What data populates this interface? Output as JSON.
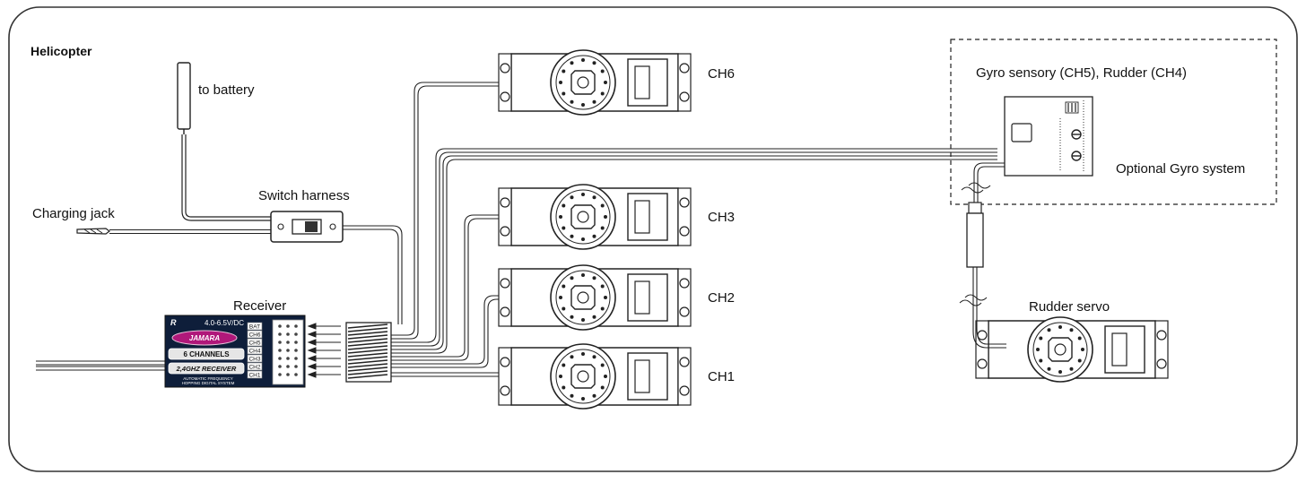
{
  "diagram": {
    "title": "Helicopter",
    "labels": {
      "to_battery": "to battery",
      "charging_jack": "Charging jack",
      "switch_harness": "Switch harness",
      "receiver": "Receiver",
      "ch6": "CH6",
      "ch3": "CH3",
      "ch2": "CH2",
      "ch1": "CH1",
      "gyro": "Gyro sensory (CH5), Rudder (CH4)",
      "optional_gyro": "Optional Gyro system",
      "rudder_servo": "Rudder servo"
    },
    "receiver_unit": {
      "brand": "R",
      "voltage": "4.0-6.5V/DC",
      "logo": "JAMARA",
      "channels": "6 CHANNELS",
      "band": "2,4GHZ RECEIVER",
      "footer_1": "AUTOMATIC FREQUENCY",
      "footer_2": "HOPPING DIGITAL SYSTEM",
      "ports": [
        "BAT",
        "CH6",
        "CH5",
        "CH4",
        "CH3",
        "CH2",
        "CH1"
      ]
    },
    "colors": {
      "line": "#2a2a2a",
      "receiver_body": "#0e1e3a",
      "receiver_logo": "#b0187a",
      "receiver_text": "#ffffff"
    }
  }
}
